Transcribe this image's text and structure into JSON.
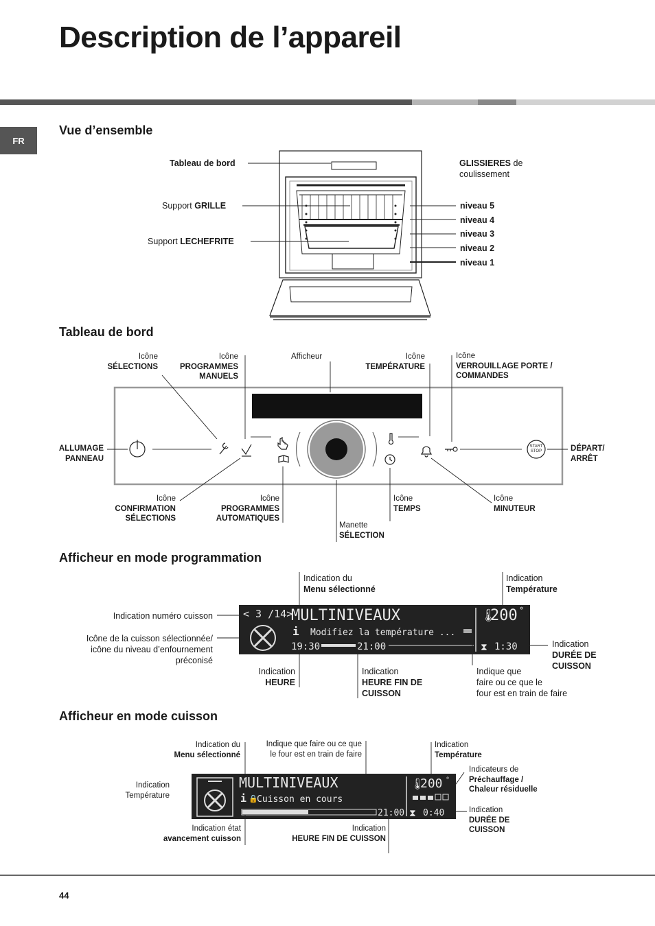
{
  "page": {
    "title": "Description de l’appareil",
    "lang_tab": "FR",
    "page_number": "44"
  },
  "overview": {
    "heading": "Vue d’ensemble",
    "tableau_de_bord": "Tableau de bord",
    "support_grille_pre": "Support ",
    "support_grille_bold": "GRILLE",
    "support_lechefrite_pre": "Support ",
    "support_lechefrite_bold": "LECHEFRITE",
    "glissieres_bold": "GLISSIERES",
    "glissieres_rest": " de",
    "glissieres_line2": "coulissement",
    "levels": [
      "niveau 5",
      "niveau 4",
      "niveau 3",
      "niveau 2",
      "niveau 1"
    ]
  },
  "control_panel": {
    "heading": "Tableau de bord",
    "icone_selections": [
      "Icône",
      "SÉLECTIONS"
    ],
    "icone_prog_manuels": [
      "Icône",
      "PROGRAMMES",
      "MANUELS"
    ],
    "afficheur": "Afficheur",
    "icone_temperature": [
      "Icône",
      "TEMPÉRATURE"
    ],
    "icone_verrouillage": [
      "Icône",
      "VERROUILLAGE PORTE /",
      "COMMANDES"
    ],
    "allumage": [
      "ALLUMAGE",
      "PANNEAU"
    ],
    "depart": [
      "DÉPART/",
      "ARRÊT"
    ],
    "icone_confirmation": [
      "Icône",
      "CONFIRMATION",
      "SÉLECTIONS"
    ],
    "icone_prog_auto": [
      "Icône",
      "PROGRAMMES",
      "AUTOMATIQUES"
    ],
    "manette": [
      "Manette",
      "SÉLECTION"
    ],
    "icone_temps": [
      "Icône",
      "TEMPS"
    ],
    "icone_minuteur": [
      "Icône",
      "MINUTEUR"
    ],
    "start_stop": [
      "START",
      "STOP"
    ]
  },
  "display_prog": {
    "heading": "Afficheur en mode programmation",
    "lcd_counter": "< 3 /14>",
    "lcd_menu": "MULTINIVEAUX",
    "lcd_temp": "200",
    "lcd_message": "Modifiez la température ...",
    "lcd_time_start": "19:30",
    "lcd_time_end": "21:00",
    "lcd_duration": "1:30",
    "ind_menu": [
      "Indication du",
      "Menu sélectionné"
    ],
    "ind_temp": [
      "Indication",
      "Température"
    ],
    "ind_numero": "Indication numéro cuisson",
    "ind_icone": [
      "Icône de la cuisson sélectionnée/",
      "icône du niveau d’enfournement",
      "préconisé"
    ],
    "ind_duree": [
      "Indication",
      "DURÉE DE",
      "CUISSON"
    ],
    "ind_heure": [
      "Indication",
      "HEURE"
    ],
    "ind_heure_fin": [
      "Indication",
      "HEURE FIN DE",
      "CUISSON"
    ],
    "ind_indique": [
      "Indique que",
      "faire ou ce que le",
      "four est en train de faire"
    ]
  },
  "display_cook": {
    "heading": "Afficheur en mode cuisson",
    "lcd_menu": "MULTINIVEAUX",
    "lcd_temp": "200",
    "lcd_message": "Cuisson en cours",
    "lcd_time_end": "21:00",
    "lcd_duration": "0:40",
    "ind_menu": [
      "Indication du",
      "Menu sélectionné"
    ],
    "ind_indique": [
      "Indique que faire ou ce que",
      "le four est en train de faire"
    ],
    "ind_temp": [
      "Indication",
      "Température"
    ],
    "ind_prechauffage": [
      "Indicateurs de",
      "Préchauffage /",
      "Chaleur résiduelle"
    ],
    "ind_temp_left": [
      "Indication",
      "Température"
    ],
    "ind_duree": [
      "Indication",
      "DURÉE DE",
      "CUISSON"
    ],
    "ind_avancement": [
      "Indication état",
      "avancement cuisson"
    ],
    "ind_heure_fin": [
      "Indication",
      "HEURE FIN DE CUISSON"
    ]
  }
}
